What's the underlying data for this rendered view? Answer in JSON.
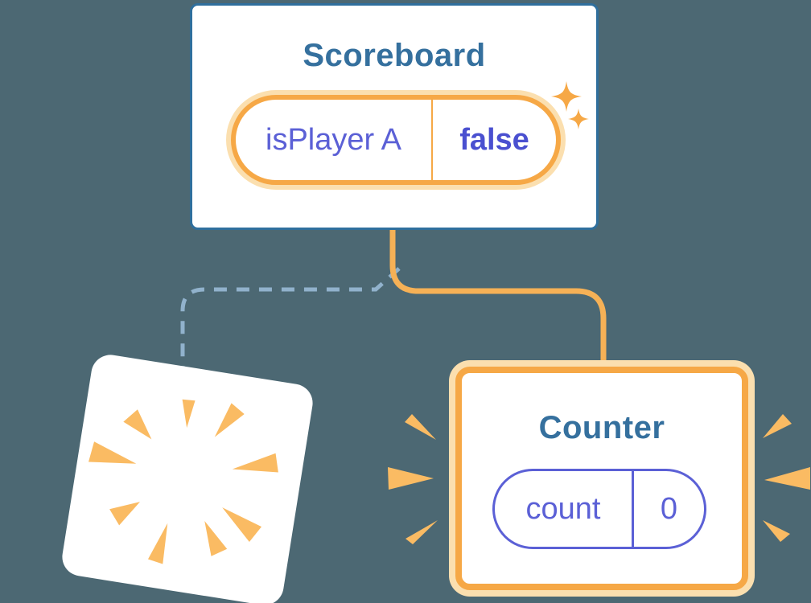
{
  "diagram_title": "component state tree diagram",
  "colors": {
    "background": "#4C6873",
    "card_fill": "#FFFFFF",
    "card_border_blue": "#2F6F9D",
    "component_title_text": "#35709E",
    "highlight_orange": "#F6A846",
    "highlight_orange_glow": "#FBDFAF",
    "connector_orange": "#F6B156",
    "connector_dashed_blue": "#91B2CC",
    "state_text_purple": "#5B60D6",
    "state_value_purple_bold": "#4A50D0",
    "burst_orange": "#FABB63"
  },
  "scoreboard": {
    "title": "Scoreboard",
    "state_name": "isPlayer A",
    "state_value": "false"
  },
  "counter": {
    "title": "Counter",
    "state_name": "count",
    "state_value": "0"
  },
  "destroyed_component": {
    "description": "removed component card with poof burst"
  },
  "icons": {
    "sparkles": "sparkles-icon",
    "poof_burst": "poof-burst-icon",
    "emphasis_marks": "emphasis-marks-icon"
  }
}
